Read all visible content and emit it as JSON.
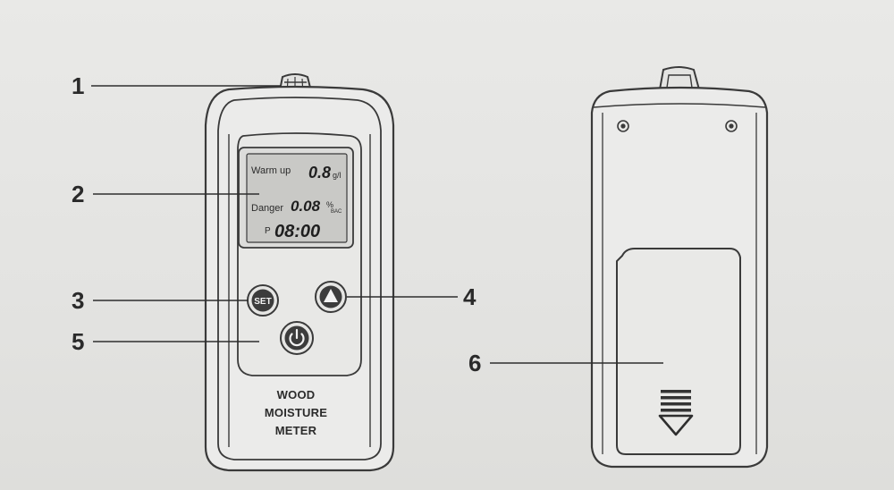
{
  "callouts": {
    "c1": "1",
    "c2": "2",
    "c3": "3",
    "c4": "4",
    "c5": "5",
    "c6": "6"
  },
  "lcd": {
    "warm_up_label": "Warm up",
    "warm_up_value": "0.8",
    "warm_up_unit": "g/l",
    "danger_label": "Danger",
    "danger_value": "0.08",
    "danger_unit_pct": "%",
    "danger_unit_bac": "BAC",
    "p_label": "P",
    "time_value": "08:00"
  },
  "buttons": {
    "set_label": "SET"
  },
  "device_label": {
    "line1": "WOOD",
    "line2": "MOISTURE",
    "line3": "METER"
  },
  "colors": {
    "outline": "#3a3a3a",
    "lcd_bg": "#c9c9c6",
    "body_fill": "#ebebea"
  }
}
